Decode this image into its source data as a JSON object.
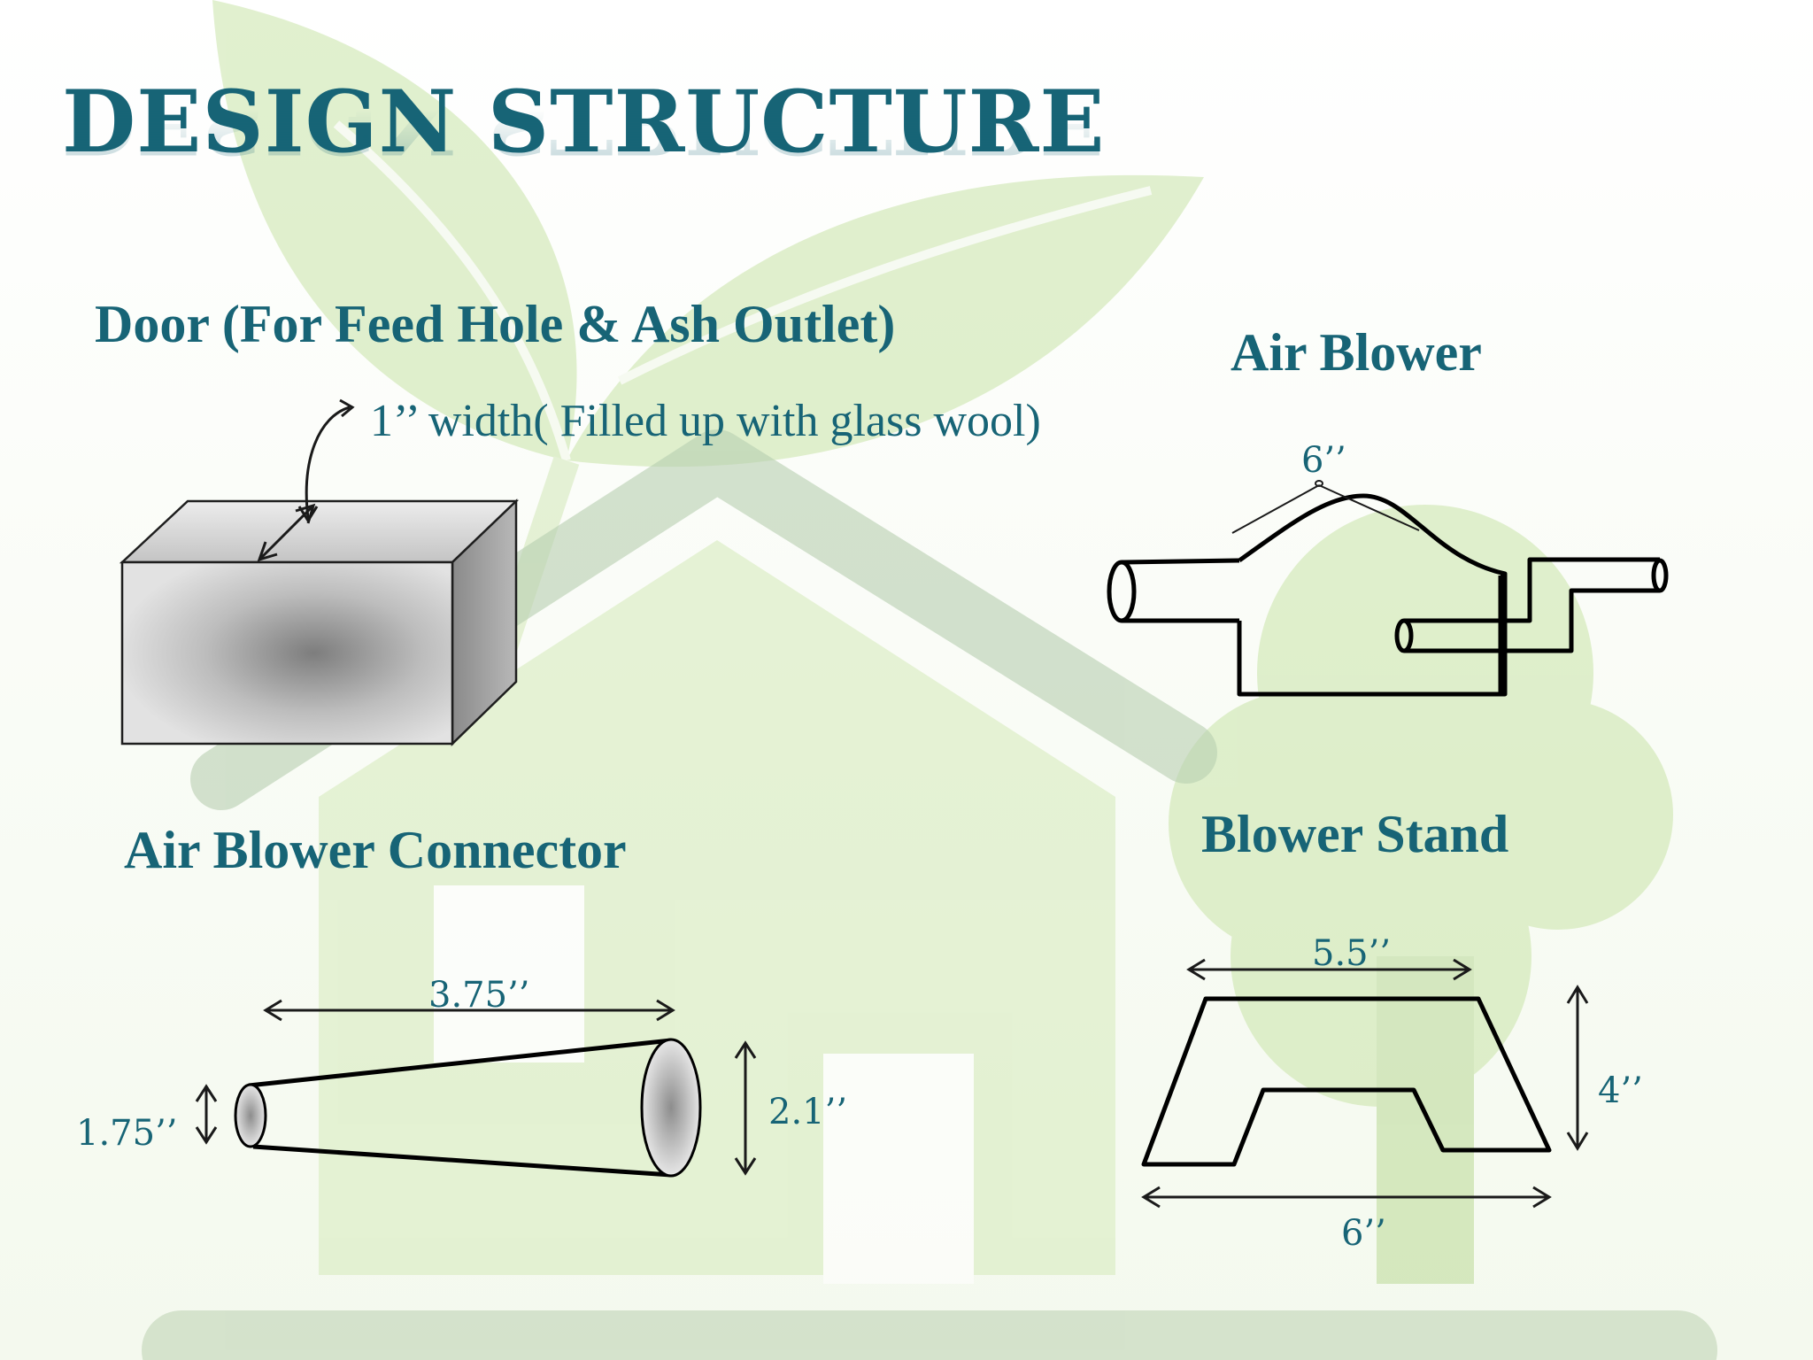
{
  "slide": {
    "title": "DESIGN STRUCTURE"
  },
  "door": {
    "heading": "Door (For Feed Hole & Ash Outlet)",
    "note": "1’’ width( Filled up with glass wool)"
  },
  "air_blower": {
    "heading": "Air Blower",
    "dim_top": "6’’"
  },
  "connector": {
    "heading": "Air Blower Connector",
    "dim_length": "3.75’’",
    "dim_small": "1.75’’",
    "dim_large": "2.1’’"
  },
  "stand": {
    "heading": "Blower Stand",
    "dim_top": "5.5’’",
    "dim_height": "4’’",
    "dim_bottom": "6’’"
  },
  "colors": {
    "text": "#176476",
    "background_art": "#c9e4a8"
  }
}
